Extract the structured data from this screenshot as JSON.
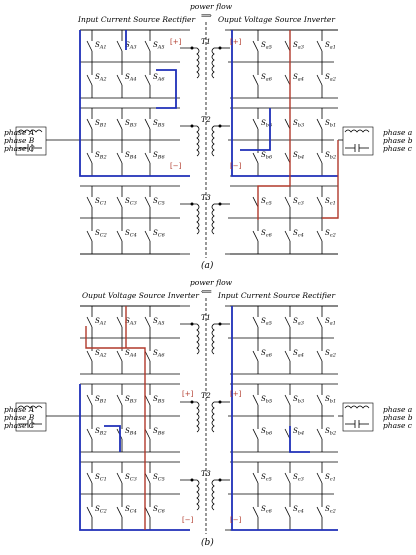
{
  "colors": {
    "wire": "#000000",
    "path_blue": "#1f2fb8",
    "path_red": "#b0382a",
    "annotation": "#b0382a"
  },
  "top": {
    "power_flow_label": "power flow",
    "power_flow_arrow": "⟹",
    "left_title": "Input Current Source Rectifier",
    "right_title": "Ouput Voltage Source Inverter",
    "caption": "(a)",
    "transformers": [
      "T1",
      "T2",
      "T3"
    ],
    "left_switches": [
      [
        "SA1",
        "SA3",
        "SA5"
      ],
      [
        "SA2",
        "SA4",
        "SA6"
      ],
      [
        "SB1",
        "SB3",
        "SB5"
      ],
      [
        "SB2",
        "SB4",
        "SB6"
      ],
      [
        "SC1",
        "SC3",
        "SC5"
      ],
      [
        "SC2",
        "SC4",
        "SC6"
      ]
    ],
    "right_switches": [
      [
        "Sa5",
        "Sa3",
        "Sa1"
      ],
      [
        "Sa6",
        "Sa4",
        "Sa2"
      ],
      [
        "Sb5",
        "Sb3",
        "Sb1"
      ],
      [
        "Sb6",
        "Sb4",
        "Sb2"
      ],
      [
        "Sc5",
        "Sc3",
        "Sc1"
      ],
      [
        "Sc6",
        "Sc4",
        "Sc2"
      ]
    ],
    "markers": [
      "[+]",
      "[−]",
      "[+]",
      "[−]"
    ]
  },
  "bottom": {
    "power_flow_label": "power flow",
    "power_flow_arrow": "⟸",
    "left_title": "Ouput Voltage Source Inverter",
    "right_title": "Input Current Source Rectifier",
    "caption": "(b)",
    "transformers": [
      "T1",
      "T2",
      "T3"
    ],
    "left_switches": [
      [
        "SA1",
        "SA3",
        "SA5"
      ],
      [
        "SA2",
        "SA4",
        "SA6"
      ],
      [
        "SB1",
        "SB3",
        "SB5"
      ],
      [
        "SB2",
        "SB4",
        "SB6"
      ],
      [
        "SC1",
        "SC3",
        "SC5"
      ],
      [
        "SC2",
        "SC4",
        "SC6"
      ]
    ],
    "right_switches": [
      [
        "Sa5",
        "Sa3",
        "Sa1"
      ],
      [
        "Sa6",
        "Sa4",
        "Sa2"
      ],
      [
        "Sb5",
        "Sb3",
        "Sb1"
      ],
      [
        "Sb6",
        "Sb4",
        "Sb2"
      ],
      [
        "Sc5",
        "Sc3",
        "Sc1"
      ],
      [
        "Sc6",
        "Sc4",
        "Sc2"
      ]
    ],
    "markers": [
      "[+]",
      "[+]",
      "[−]",
      "[−]"
    ]
  },
  "phases_left": [
    "phase A",
    "phase B",
    "phase C"
  ],
  "phases_right": [
    "phase a",
    "phase b",
    "phase c"
  ]
}
